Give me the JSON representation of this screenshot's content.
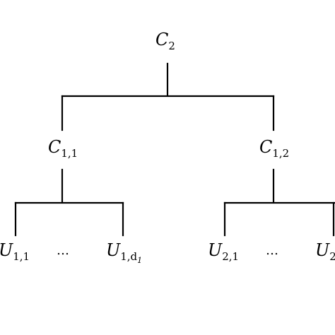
{
  "root": {
    "main": "C",
    "sub": "2"
  },
  "level1": [
    {
      "main": "C",
      "sub": "1,1"
    },
    {
      "main": "C",
      "sub": "1,2"
    }
  ],
  "leaves": {
    "left": [
      {
        "main": "U",
        "sub": "1,1"
      },
      {
        "text": "…"
      },
      {
        "main": "U",
        "sub": "1,d",
        "sub2": "1"
      }
    ],
    "right": [
      {
        "main": "U",
        "sub": "2,1"
      },
      {
        "text": "…"
      },
      {
        "main": "U",
        "sub": "2"
      }
    ]
  },
  "colors": {
    "line": "#000000",
    "text": "#000000",
    "background": "#ffffff"
  }
}
